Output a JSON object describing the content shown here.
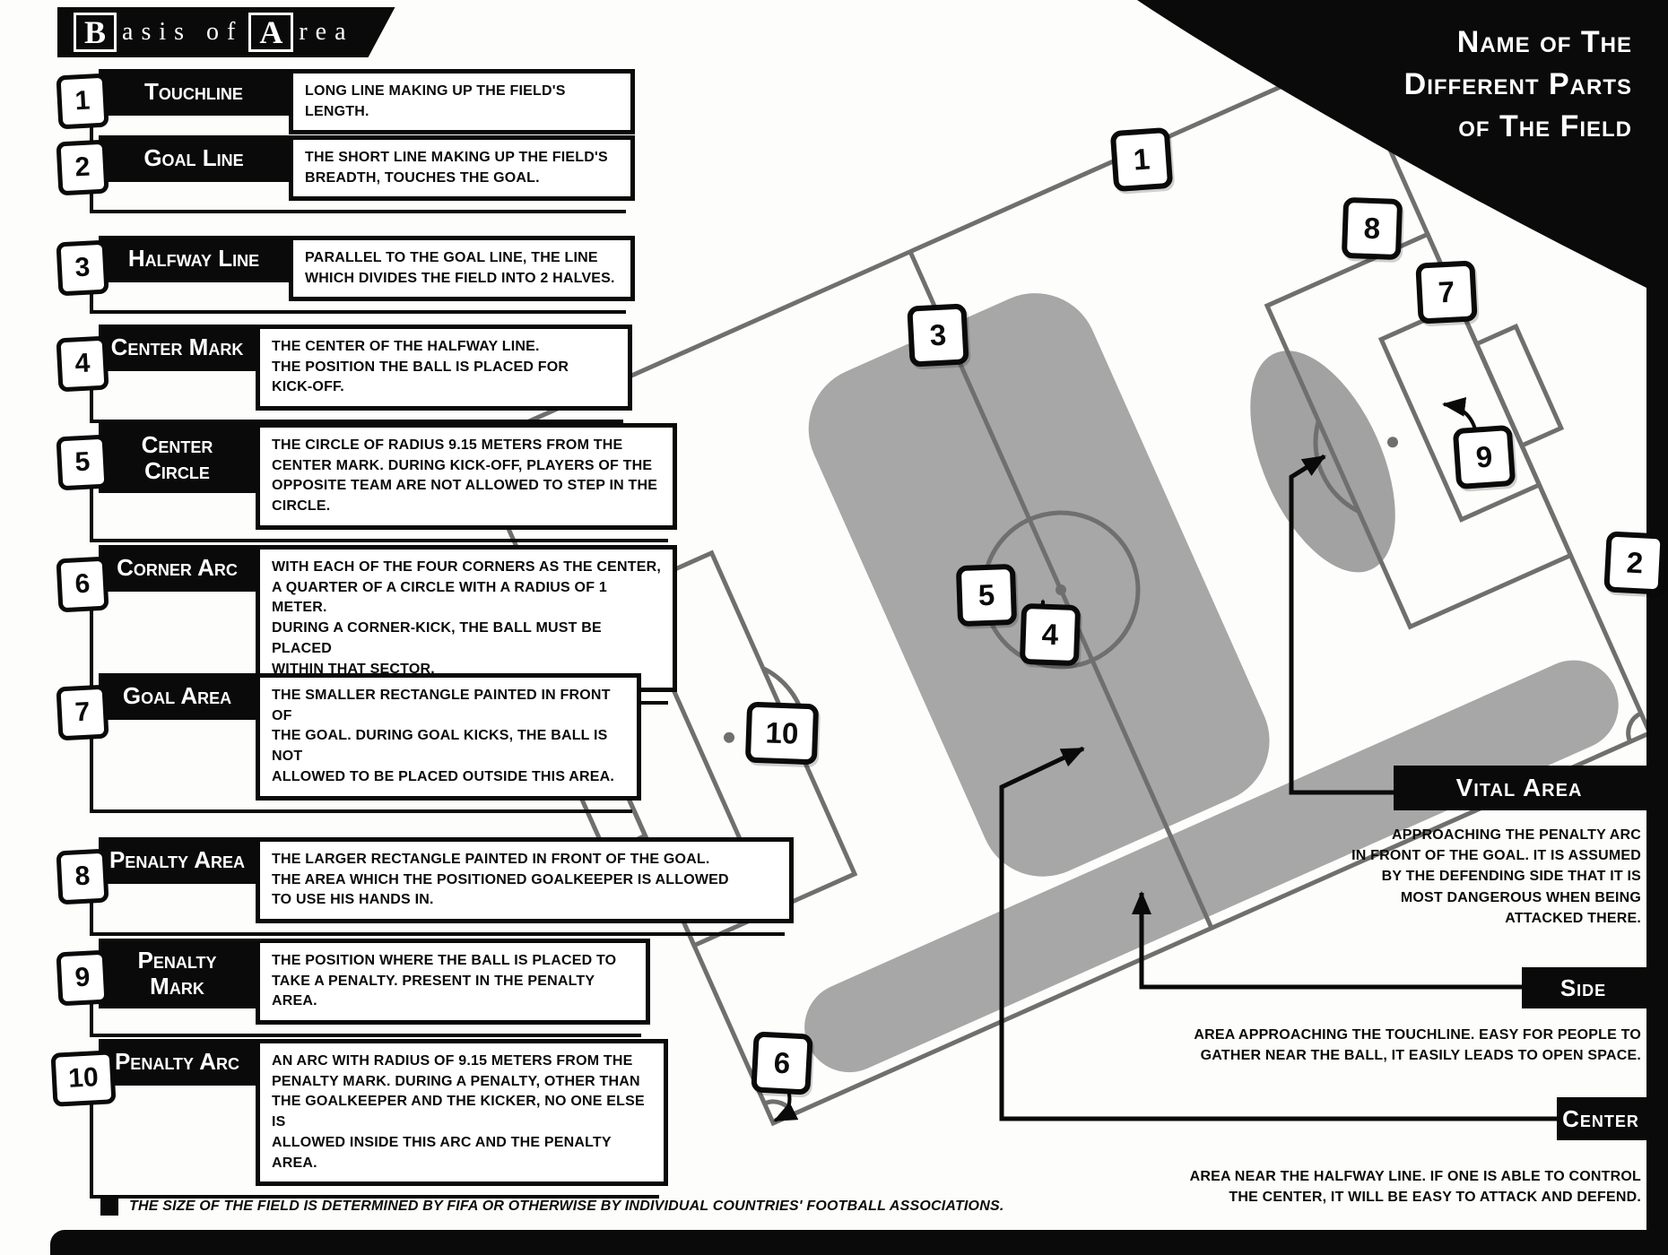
{
  "banner": {
    "b": "B",
    "word1": "asis of",
    "a": "A",
    "word2": "rea"
  },
  "corner_title": {
    "line1": "Name of The",
    "line2": "Different Parts",
    "line3": "of The Field"
  },
  "definitions": [
    {
      "num": "1",
      "term": "Touchline",
      "desc": "LONG LINE MAKING UP THE FIELD'S LENGTH."
    },
    {
      "num": "2",
      "term": "Goal Line",
      "desc": "THE SHORT LINE MAKING UP THE FIELD'S\nBREADTH, TOUCHES THE GOAL."
    },
    {
      "num": "3",
      "term": "Halfway Line",
      "desc": "PARALLEL TO THE GOAL LINE, THE LINE\nWHICH DIVIDES THE FIELD INTO 2 HALVES."
    },
    {
      "num": "4",
      "term": "Center Mark",
      "desc": "THE CENTER OF THE HALFWAY LINE.\nTHE POSITION THE BALL IS PLACED FOR\nKICK-OFF."
    },
    {
      "num": "5",
      "term": "Center Circle",
      "desc": "THE CIRCLE OF RADIUS 9.15 METERS FROM THE\nCENTER MARK. DURING KICK-OFF, PLAYERS OF THE\nOPPOSITE TEAM ARE NOT ALLOWED TO STEP IN THE\nCIRCLE."
    },
    {
      "num": "6",
      "term": "Corner Arc",
      "desc": "WITH EACH OF THE FOUR CORNERS AS THE CENTER,\nA QUARTER OF A CIRCLE WITH A RADIUS OF 1 METER.\nDURING A CORNER-KICK, THE BALL MUST BE PLACED\nWITHIN THAT SECTOR."
    },
    {
      "num": "7",
      "term": "Goal Area",
      "desc": "THE SMALLER RECTANGLE PAINTED IN FRONT OF\nTHE GOAL. DURING GOAL KICKS, THE BALL IS NOT\nALLOWED TO BE PLACED OUTSIDE THIS AREA."
    },
    {
      "num": "8",
      "term": "Penalty Area",
      "desc": "THE LARGER RECTANGLE PAINTED IN FRONT OF THE GOAL.\nTHE AREA WHICH THE POSITIONED GOALKEEPER IS ALLOWED\nTO USE HIS HANDS IN."
    },
    {
      "num": "9",
      "term": "Penalty Mark",
      "desc": "THE POSITION WHERE THE BALL IS PLACED TO\nTAKE A PENALTY. PRESENT IN THE PENALTY AREA."
    },
    {
      "num": "10",
      "term": "Penalty Arc",
      "desc": "AN ARC WITH RADIUS OF 9.15 METERS FROM THE\nPENALTY MARK. DURING A PENALTY, OTHER THAN\nTHE GOALKEEPER AND THE KICKER, NO ONE ELSE IS\nALLOWED INSIDE THIS ARC AND THE PENALTY AREA."
    }
  ],
  "zones": {
    "vital": {
      "label": "Vital Area",
      "desc": "APPROACHING THE PENALTY ARC\nIN FRONT OF THE GOAL. IT IS ASSUMED\nBY THE DEFENDING SIDE THAT IT IS\nMOST DANGEROUS WHEN BEING\nATTACKED THERE."
    },
    "side": {
      "label": "Side",
      "desc": "AREA APPROACHING THE TOUCHLINE. EASY FOR PEOPLE TO\nGATHER NEAR THE BALL, IT EASILY LEADS TO OPEN SPACE."
    },
    "center": {
      "label": "Center",
      "desc": "AREA NEAR THE HALFWAY LINE. IF ONE IS ABLE TO CONTROL\nTHE CENTER, IT WILL BE EASY TO ATTACK AND DEFEND."
    }
  },
  "footnote": "THE SIZE OF THE FIELD IS DETERMINED BY FIFA OR OTHERWISE BY INDIVIDUAL COUNTRIES' FOOTBALL ASSOCIATIONS.",
  "colors": {
    "ink": "#0a0a0a",
    "field_line": "#6f6f6f",
    "zone_gray": "#a7a7a7"
  }
}
